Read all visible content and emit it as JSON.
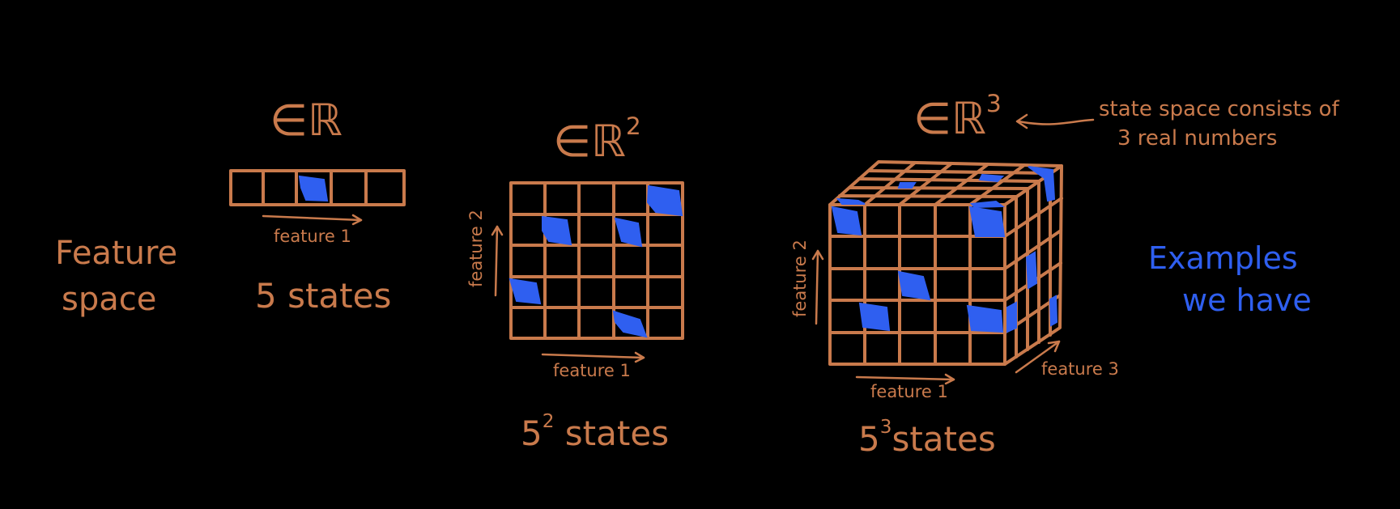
{
  "colors": {
    "sketch": "#c97a4c",
    "highlight": "#2f5ff0",
    "background": "#000000"
  },
  "left_label": {
    "line1": "Feature",
    "line2": "space"
  },
  "panel1": {
    "membership": "∈ℝ",
    "axis_x": "feature 1",
    "states": "5 states"
  },
  "panel2": {
    "membership": "∈ℝ",
    "exponent": "2",
    "axis_x": "feature 1",
    "axis_y": "feature 2",
    "states_base": "5",
    "states_exp": "2",
    "states_word": "states"
  },
  "panel3": {
    "membership": "∈ℝ",
    "exponent": "3",
    "axis_x": "feature 1",
    "axis_y": "feature 2",
    "axis_z": "feature 3",
    "states_base": "5",
    "states_exp": "3",
    "states_word": "states"
  },
  "annotation": {
    "line1": "state space consists of",
    "line2": "3 real numbers"
  },
  "legend": {
    "line1": "Examples",
    "line2": "we have"
  }
}
